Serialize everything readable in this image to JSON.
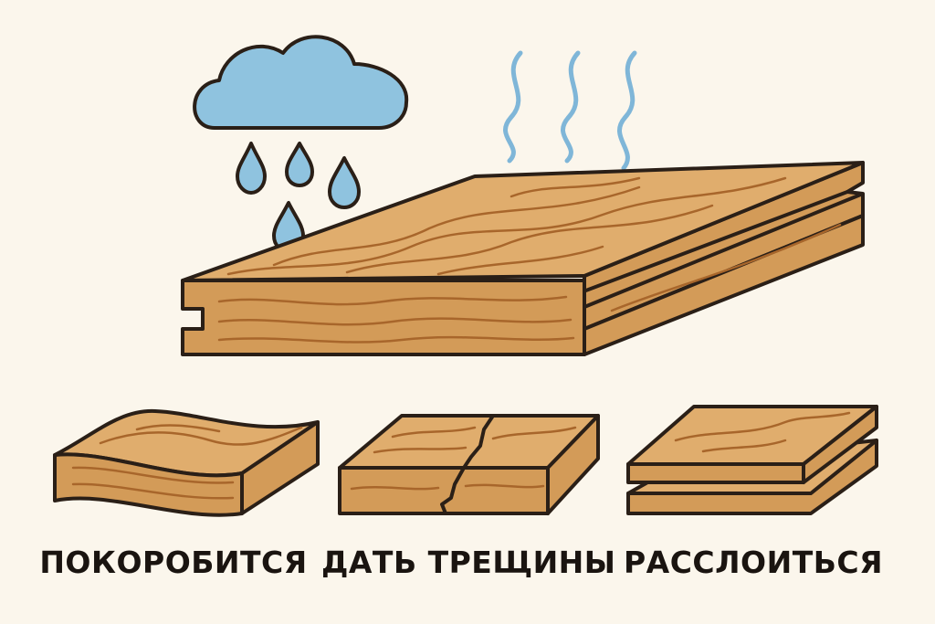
{
  "colors": {
    "background": "#fbf6ec",
    "wood_top": "#e0ad6d",
    "wood_side": "#d39b58",
    "wood_grain": "#a8662b",
    "outline": "#2a1f17",
    "cloud": "#8fc3df",
    "drop": "#8fc3df",
    "steam": "#7fb6d8"
  },
  "illustration": {
    "cloud": "cloud-icon",
    "drops": "raindrop-icon",
    "steam": "steam-icon",
    "main_board": "tongue-and-groove-board"
  },
  "effects": [
    {
      "id": "warp",
      "label": "ПОКОРОБИТСЯ"
    },
    {
      "id": "crack",
      "label": "ДАТЬ ТРЕЩИНЫ"
    },
    {
      "id": "delam",
      "label": "РАССЛОИТЬСЯ"
    }
  ]
}
